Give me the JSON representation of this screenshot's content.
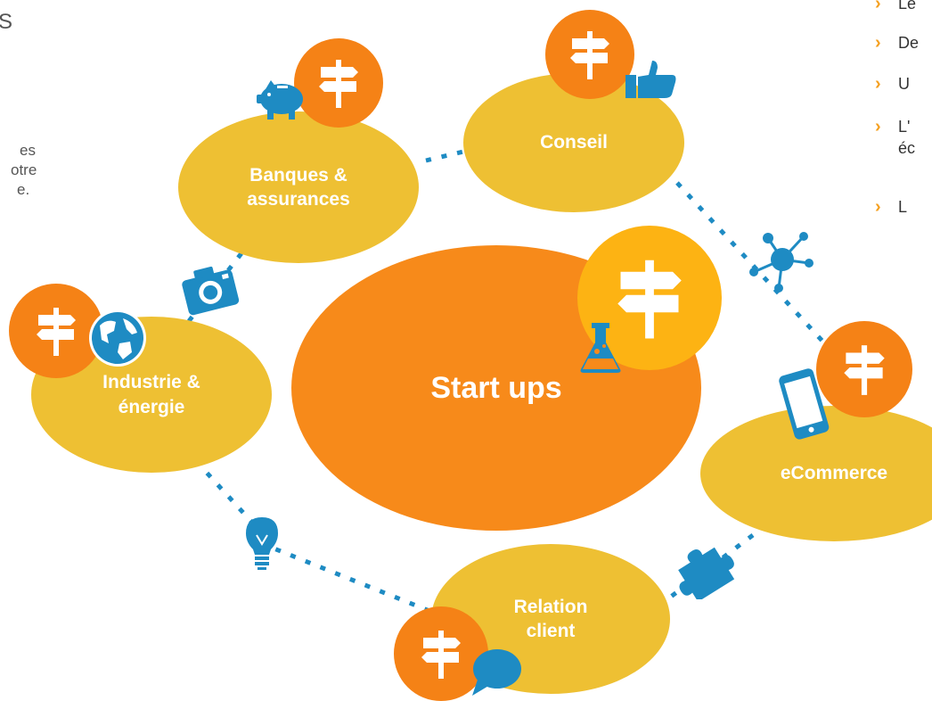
{
  "left_fragments": [
    "S",
    "es",
    "otre",
    "e."
  ],
  "center": {
    "label": "Start ups"
  },
  "sectors": [
    {
      "id": "banques",
      "label": "Banques &\nassurances"
    },
    {
      "id": "conseil",
      "label": "Conseil"
    },
    {
      "id": "industrie",
      "label": "Industrie &\nénergie"
    },
    {
      "id": "ecommerce",
      "label": "eCommerce"
    },
    {
      "id": "relation",
      "label": "Relation\nclient"
    }
  ],
  "right_list": [
    {
      "text": "Le"
    },
    {
      "text": "De"
    },
    {
      "text": "U"
    },
    {
      "text": "L'\néc"
    },
    {
      "text": " L"
    }
  ],
  "icons": {
    "signpost": "signpost-icon",
    "piggy_bank": "piggy-bank-icon",
    "thumbs_up": "thumbs-up-icon",
    "network": "network-icon",
    "camera": "camera-icon",
    "globe": "globe-icon",
    "flask": "flask-icon",
    "smartphone": "smartphone-icon",
    "lightbulb": "lightbulb-icon",
    "puzzle": "puzzle-piece-icon",
    "speech": "speech-bubble-icon"
  },
  "colors": {
    "sector_yellow": "#EEC033",
    "center_orange": "#F78A1A",
    "badge_orange": "#F58216",
    "badge_gold": "#FDB313",
    "icon_blue": "#1E8BC3",
    "chevron": "#F5A020"
  }
}
